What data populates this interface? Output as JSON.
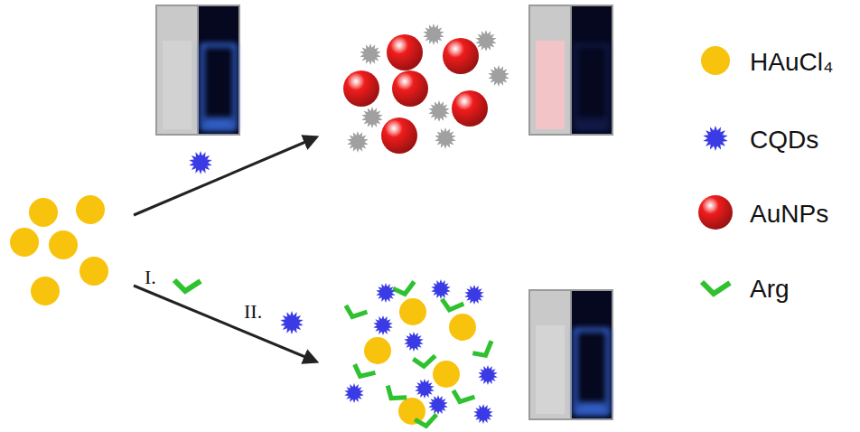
{
  "diagram": {
    "labels": [
      "I.",
      "II."
    ],
    "legend": [
      {
        "text": "HAuCl₄",
        "color": "#f8c30c"
      },
      {
        "text": "CQDs",
        "color": "#3b3be6"
      },
      {
        "text": "AuNPs",
        "color": "#f01c1c"
      },
      {
        "text": "Arg",
        "color": "#2fc12f"
      }
    ]
  }
}
